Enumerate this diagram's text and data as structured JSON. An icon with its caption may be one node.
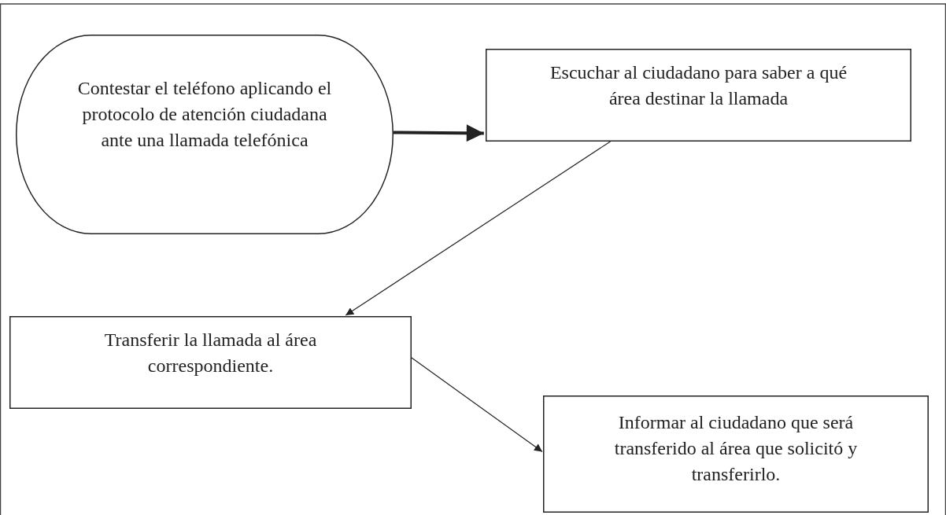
{
  "diagram": {
    "nodes": [
      {
        "text": [
          "Contestar el teléfono aplicando el protocolo de atención ciudadana ante una llamada telefónica"
        ]
      },
      {
        "text": [
          "Escuchar al ciudadano para saber a qué área destinar la llamada"
        ]
      },
      {
        "text": [
          "Transferir la llamada al área correspondiente."
        ]
      },
      {
        "text": [
          "Informar al ciudadano que será transferido al área que solicitó y transferirlo."
        ]
      }
    ],
    "edges": [
      {
        "from": 0,
        "to": 1,
        "arrow": "to",
        "style": "thick"
      },
      {
        "from": 1,
        "to": 2,
        "arrow": "to"
      },
      {
        "from": 2,
        "to": 3,
        "arrow": "to"
      }
    ]
  }
}
